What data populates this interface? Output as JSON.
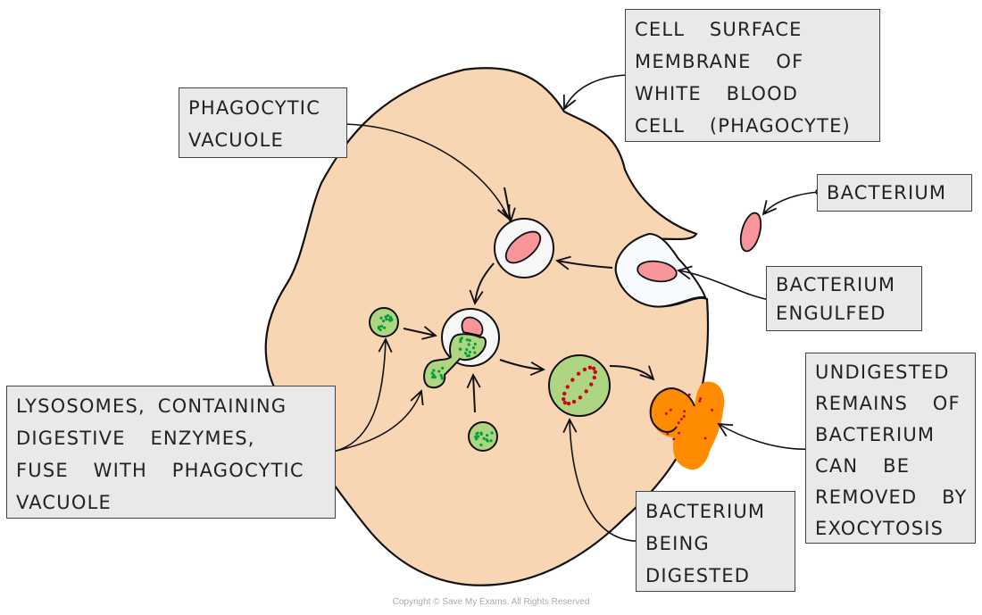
{
  "labels": {
    "cell_membrane": [
      "CELL  SURFACE",
      "MEMBRANE  OF",
      "WHITE  BLOOD",
      "CELL  (PHAGOCYTE)"
    ],
    "phagocytic_vacuole": [
      "PHAGOCYTIC",
      "VACUOLE"
    ],
    "bacterium": [
      "BACTERIUM"
    ],
    "bacterium_engulfed": [
      "BACTERIUM",
      "ENGULFED"
    ],
    "lysosomes": [
      "LYSOSOMES, CONTAINING",
      "DIGESTIVE  ENZYMES,",
      "FUSE  WITH  PHAGOCYTIC",
      "VACUOLE"
    ],
    "undigested": [
      "UNDIGESTED",
      "REMAINS  OF",
      "BACTERIUM",
      "CAN  BE",
      "REMOVED  BY",
      "EXOCYTOSIS"
    ],
    "being_digested": [
      "BACTERIUM",
      "BEING",
      "DIGESTED"
    ]
  },
  "copyright": "Copyright © Save My Exams. All Rights Reserved",
  "colors": {
    "cytoplasm": "#f8d5b3",
    "bacterium": "#f8959a",
    "lysosome": "#aed581",
    "enzyme_dots": "#00a040",
    "undigested": "#ff8c00",
    "red_dots": "#d0021b",
    "label_bg": "#e9e9e9"
  }
}
